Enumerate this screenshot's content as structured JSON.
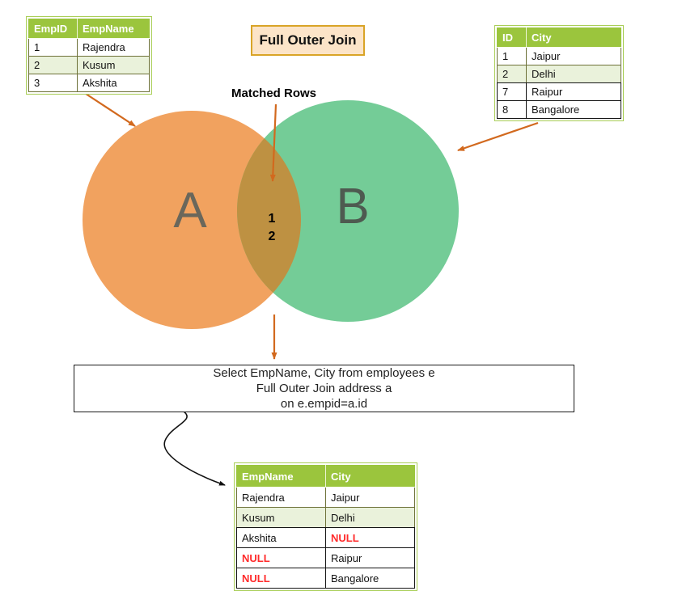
{
  "title": "Full Outer Join",
  "venn": {
    "left_label": "A",
    "right_label": "B",
    "matched_rows_label": "Matched Rows",
    "intersection_values": [
      "1",
      "2"
    ]
  },
  "sql_box": {
    "lines": [
      "Select EmpName, City from employees e",
      "Full Outer Join address a",
      "on e.empid=a.id"
    ]
  },
  "tables": {
    "employees": {
      "headers": [
        "EmpID",
        "EmpName"
      ],
      "rows": [
        [
          "1",
          "Rajendra"
        ],
        [
          "2",
          "Kusum"
        ],
        [
          "3",
          "Akshita"
        ]
      ]
    },
    "address": {
      "headers": [
        "ID",
        "City"
      ],
      "rows": [
        [
          "1",
          "Jaipur"
        ],
        [
          "2",
          "Delhi"
        ],
        [
          "7",
          "Raipur"
        ],
        [
          "8",
          "Bangalore"
        ]
      ]
    },
    "result": {
      "headers": [
        "EmpName",
        "City"
      ],
      "rows": [
        [
          "Rajendra",
          "Jaipur"
        ],
        [
          "Kusum",
          "Delhi"
        ],
        [
          "Akshita",
          "NULL"
        ],
        [
          "NULL",
          "Raipur"
        ],
        [
          "NULL",
          "Bangalore"
        ]
      ]
    }
  },
  "colors": {
    "table_header_green": "#9BC53D",
    "table_frame_green": "#A9CE57",
    "row_tint_green": "#EAF2DB",
    "null_red": "#FF2B2B",
    "arrow_orange": "#D2691E",
    "circle_a_orange": "#F1A25F",
    "circle_b_green": "#74CC97",
    "intersection_brown": "#BE9142",
    "title_box_bg": "#FCE4C8",
    "title_box_border": "#D9A427"
  }
}
